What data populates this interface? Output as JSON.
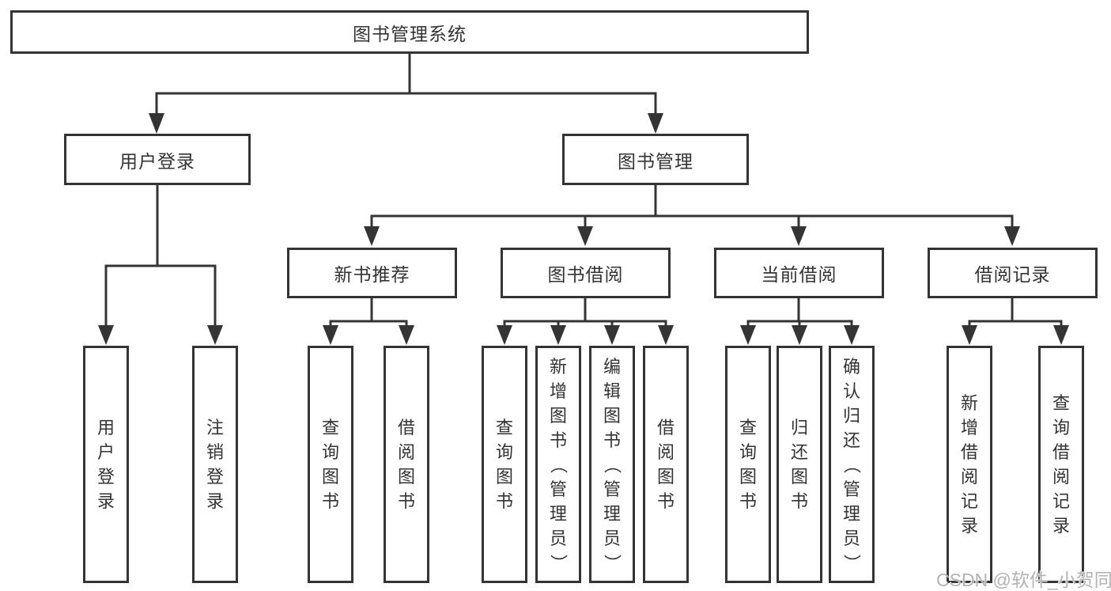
{
  "diagram": {
    "root": {
      "label": "图书管理系统"
    },
    "level2": [
      {
        "label": "用户登录"
      },
      {
        "label": "图书管理"
      }
    ],
    "level3": [
      {
        "parent": "图书管理",
        "label": "新书推荐"
      },
      {
        "parent": "图书管理",
        "label": "图书借阅"
      },
      {
        "parent": "图书管理",
        "label": "当前借阅"
      },
      {
        "parent": "图书管理",
        "label": "借阅记录"
      }
    ],
    "leaves": [
      {
        "parent": "用户登录",
        "label": "用户登录"
      },
      {
        "parent": "用户登录",
        "label": "注销登录"
      },
      {
        "parent": "新书推荐",
        "label": "查询图书"
      },
      {
        "parent": "新书推荐",
        "label": "借阅图书"
      },
      {
        "parent": "图书借阅",
        "label": "查询图书"
      },
      {
        "parent": "图书借阅",
        "label": "新增图书（管理员）"
      },
      {
        "parent": "图书借阅",
        "label": "编辑图书（管理员）"
      },
      {
        "parent": "图书借阅",
        "label": "借阅图书"
      },
      {
        "parent": "当前借阅",
        "label": "查询图书"
      },
      {
        "parent": "当前借阅",
        "label": "归还图书"
      },
      {
        "parent": "当前借阅",
        "label": "确认归还（管理员）"
      },
      {
        "parent": "借阅记录",
        "label": "新增借阅记录"
      },
      {
        "parent": "借阅记录",
        "label": "查询借阅记录"
      }
    ],
    "watermark": "CSDN @软件_小贺同学",
    "colors": {
      "line": "#343434",
      "text": "#333333",
      "background": "#ffffff",
      "watermark": "#b3b3b3"
    }
  }
}
